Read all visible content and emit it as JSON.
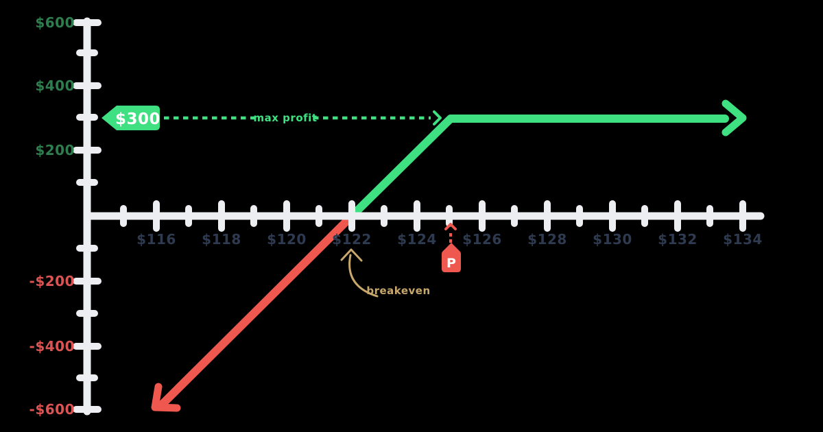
{
  "background": "#000000",
  "colors": {
    "profit_green": "#3EE081",
    "profit_axis_label_green": "#2E7D4F",
    "loss_red": "#EE584E",
    "loss_axis_label_red": "#DC5353",
    "price_label_navy": "#2E3A50",
    "axis_gray": "#EDEEF1",
    "breakeven_tan": "#C8A76D",
    "badge_text_white": "#FFFFFF"
  },
  "chart_data": {
    "type": "line",
    "description": "Options strategy profit/loss payoff diagram",
    "x_axis": {
      "tick_labels": [
        "$116",
        "$118",
        "$120",
        "$122",
        "$124",
        "$126",
        "$128",
        "$130",
        "$132",
        "$134"
      ],
      "labeled_tick_step": 2,
      "minor_tick_step": 1,
      "range": [
        114.9,
        134.7
      ],
      "grid": false
    },
    "y_axis": {
      "tick_labels": [
        "$600",
        "$400",
        "$200",
        "-$200",
        "-$400",
        "-$600"
      ],
      "labeled_tick_step": 200,
      "minor_tick_step": 100,
      "range": [
        -600,
        600
      ],
      "grid": false
    },
    "series": [
      {
        "name": "profit-payoff",
        "color": "#3EE081",
        "points": [
          [
            122,
            0
          ],
          [
            125,
            300
          ],
          [
            134.6,
            300
          ]
        ],
        "arrow_end": true
      },
      {
        "name": "loss-payoff",
        "color": "#EE584E",
        "points": [
          [
            122,
            0
          ],
          [
            116.1,
            -585
          ]
        ],
        "arrow_end": true
      }
    ],
    "key_values": {
      "max_profit": 300,
      "breakeven_price": 122,
      "price_marker": 125
    }
  },
  "annotations": {
    "max_profit_badge": "$300",
    "max_profit_arrow_label": "max profit",
    "breakeven_label": "breakeven",
    "price_tag": "P"
  }
}
